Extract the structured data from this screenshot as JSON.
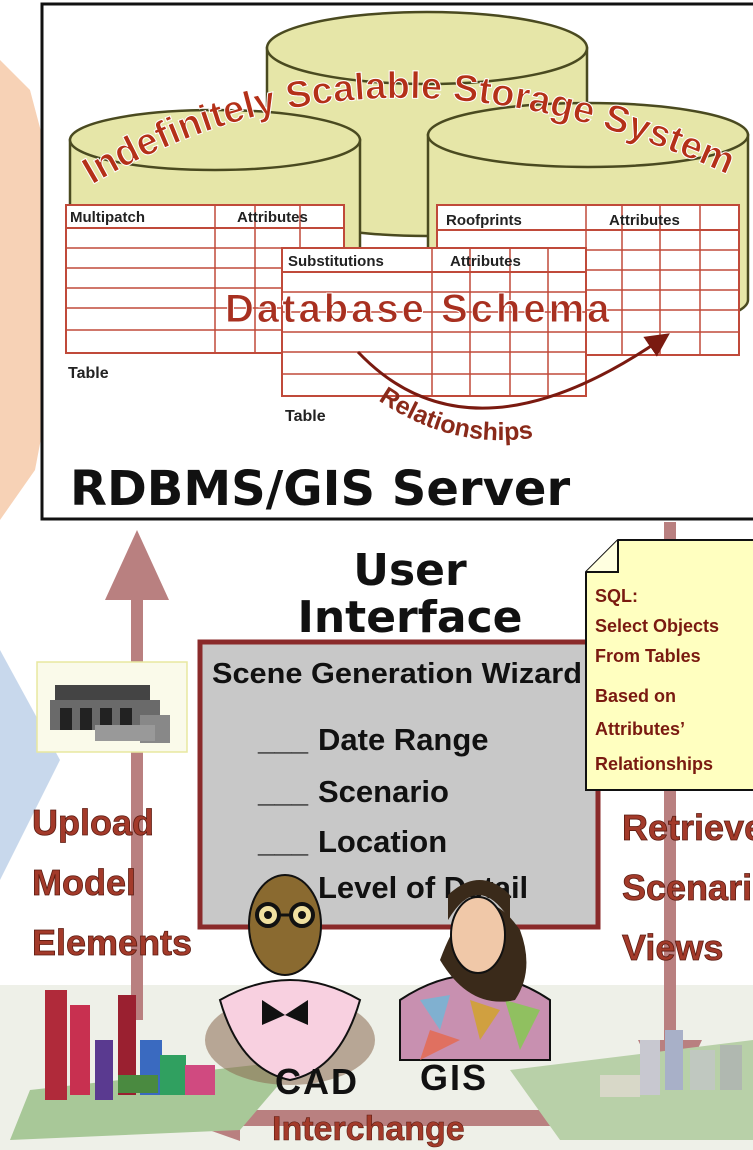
{
  "server": {
    "storage_title": "Indefinitely Scalable Storage System",
    "schema_title": "Database Schema",
    "server_title": "RDBMS/GIS Server",
    "relationships": "Relationships",
    "tables": {
      "left": {
        "col1": "Multipatch",
        "col2": "Attributes",
        "caption": "Table"
      },
      "middle": {
        "col1": "Substitutions",
        "col2": "Attributes",
        "caption": "Table"
      },
      "right": {
        "col1": "Roofprints",
        "col2": "Attributes"
      }
    }
  },
  "user_interface": {
    "title_line1": "User",
    "title_line2": "Interface",
    "wizard_title": "Scene Generation Wizard",
    "options": [
      "Date Range",
      "Scenario",
      "Location",
      "Level of Detail"
    ],
    "blank": "___"
  },
  "sql_note": {
    "lines": [
      "SQL:",
      "Select Objects",
      "From Tables",
      "Based on",
      "Attributes’",
      "Relationships"
    ]
  },
  "upload": {
    "lines": [
      "Upload",
      "Model",
      "Elements"
    ]
  },
  "retrieve": {
    "lines": [
      "Retrieve",
      "Scenario",
      "Views"
    ]
  },
  "bottom": {
    "cad": "CAD",
    "gis": "GIS",
    "interchange": "Interchange"
  },
  "colors": {
    "cylinder": "#e6e6a8",
    "cylinder_stroke": "#4a4a20",
    "arrow": "#b98080",
    "label_red": "#a33a2a",
    "storage_text": "#b43018",
    "schema_text": "#a83020",
    "table_line": "#c04a3a",
    "wizard_bg": "#c8c8c8",
    "note_bg": "#ffffc0",
    "left_peach": "#f7d2b6",
    "left_blue": "#c8d8ec"
  }
}
